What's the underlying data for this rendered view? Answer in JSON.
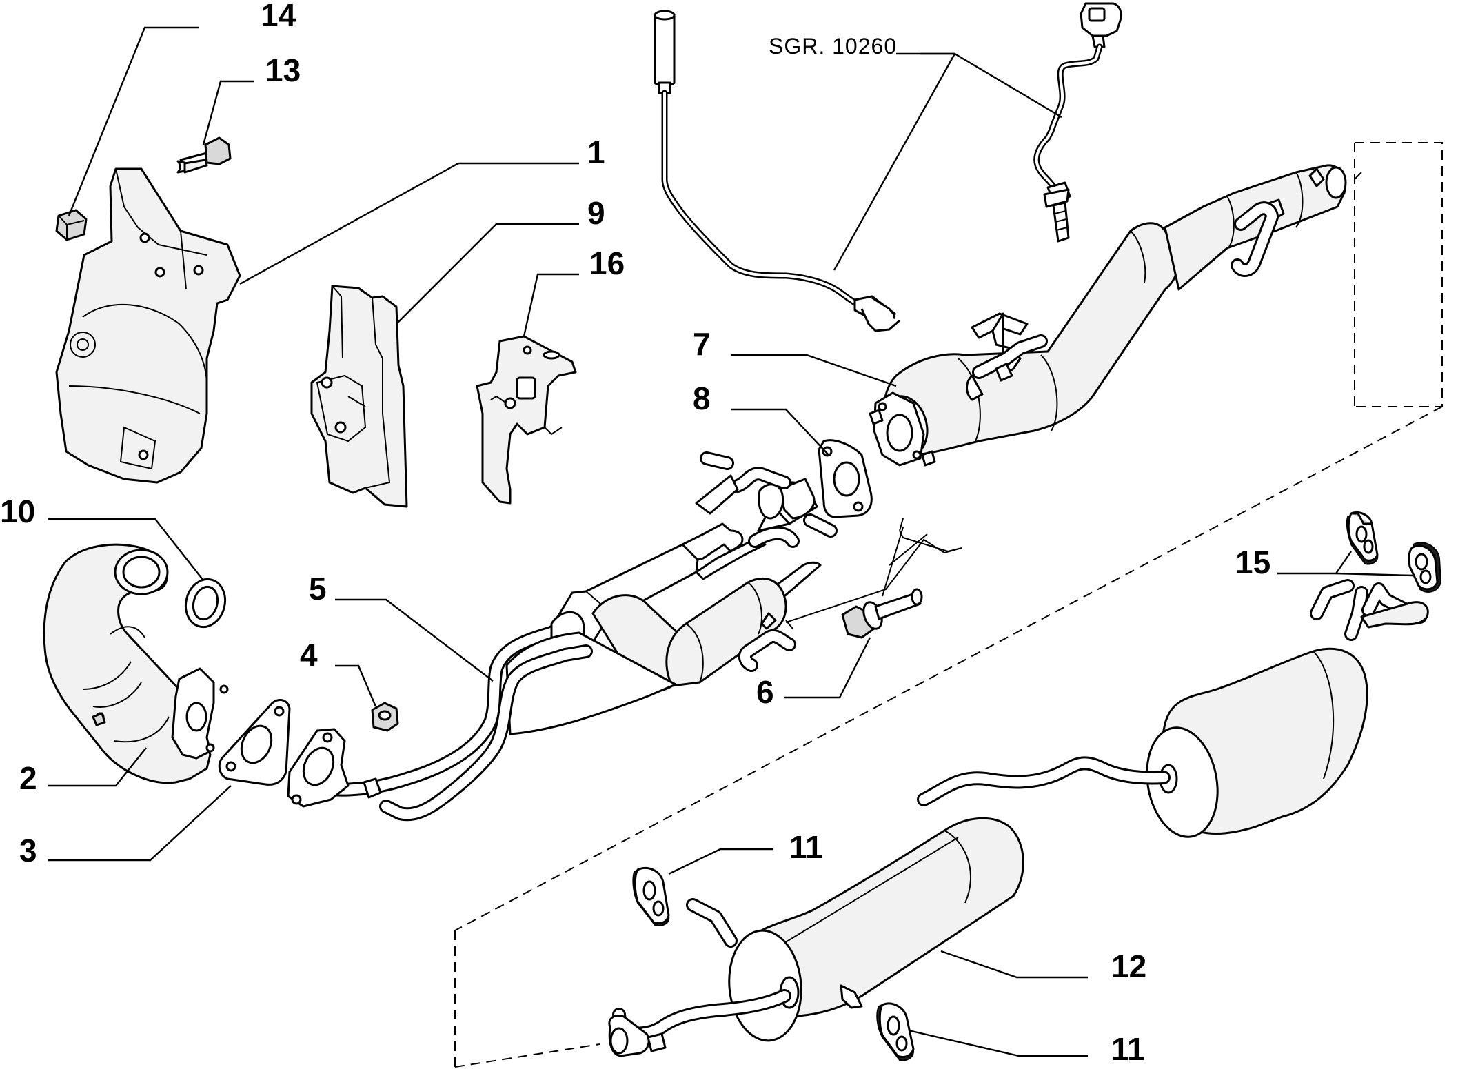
{
  "diagram": {
    "reference": "SGR. 10260",
    "callouts": [
      {
        "id": "c14",
        "label": "14"
      },
      {
        "id": "c13",
        "label": "13"
      },
      {
        "id": "c1",
        "label": "1"
      },
      {
        "id": "c9",
        "label": "9"
      },
      {
        "id": "c16",
        "label": "16"
      },
      {
        "id": "c7",
        "label": "7"
      },
      {
        "id": "c8",
        "label": "8"
      },
      {
        "id": "c10",
        "label": "10"
      },
      {
        "id": "c5",
        "label": "5"
      },
      {
        "id": "c4",
        "label": "4"
      },
      {
        "id": "c15",
        "label": "15"
      },
      {
        "id": "c6",
        "label": "6"
      },
      {
        "id": "c2",
        "label": "2"
      },
      {
        "id": "c3",
        "label": "3"
      },
      {
        "id": "c11a",
        "label": "11"
      },
      {
        "id": "c12",
        "label": "12"
      },
      {
        "id": "c11b",
        "label": "11"
      }
    ]
  }
}
